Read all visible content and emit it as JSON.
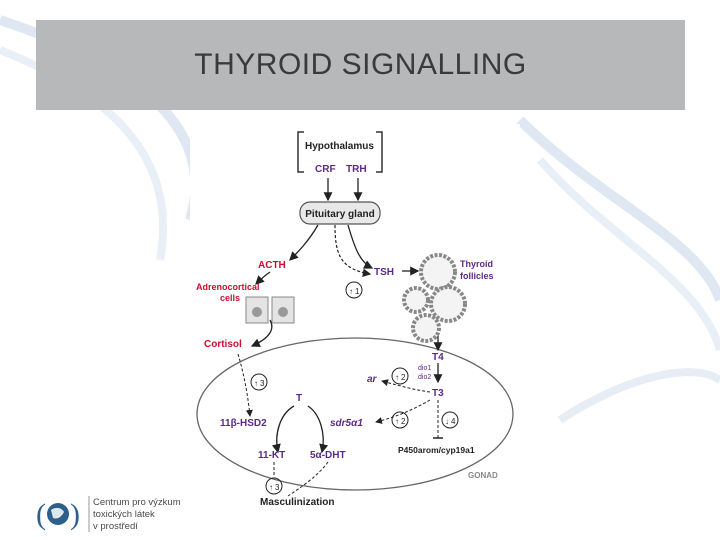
{
  "slide": {
    "title": "THYROID SIGNALLING"
  },
  "diagram": {
    "hypothalamus": "Hypothalamus",
    "crf": "CRF",
    "trh": "TRH",
    "pituitary": "Pituitary gland",
    "acth": "ACTH",
    "tsh": "TSH",
    "thyroid_follicles_line1": "Thyroid",
    "thyroid_follicles_line2": "follicles",
    "adrenocortical_line1": "Adrenocortical",
    "adrenocortical_line2": "cells",
    "cortisol": "Cortisol",
    "t4": "T4",
    "t3": "T3",
    "dio1": "dio1",
    "dio2": "dio2",
    "ar": "ar",
    "t": "T",
    "hsd": "11β-HSD2",
    "srd": "sdr5α1",
    "kt": "11-KT",
    "dht": "5α-DHT",
    "p450": "P450arom/cyp19a1",
    "gonad": "GONAD",
    "masculinization": "Masculinization",
    "num1": "1",
    "num2a": "2",
    "num2b": "2",
    "num3a": "3",
    "num3b": "3",
    "num4": "4"
  },
  "logo": {
    "line1": "Centrum pro výzkum",
    "line2": "toxických látek",
    "line3": "v prostředí"
  },
  "colors": {
    "title_bar": "#b7b8ba",
    "purple": "#5b2a86",
    "red": "#c8102e",
    "dark": "#222222"
  }
}
